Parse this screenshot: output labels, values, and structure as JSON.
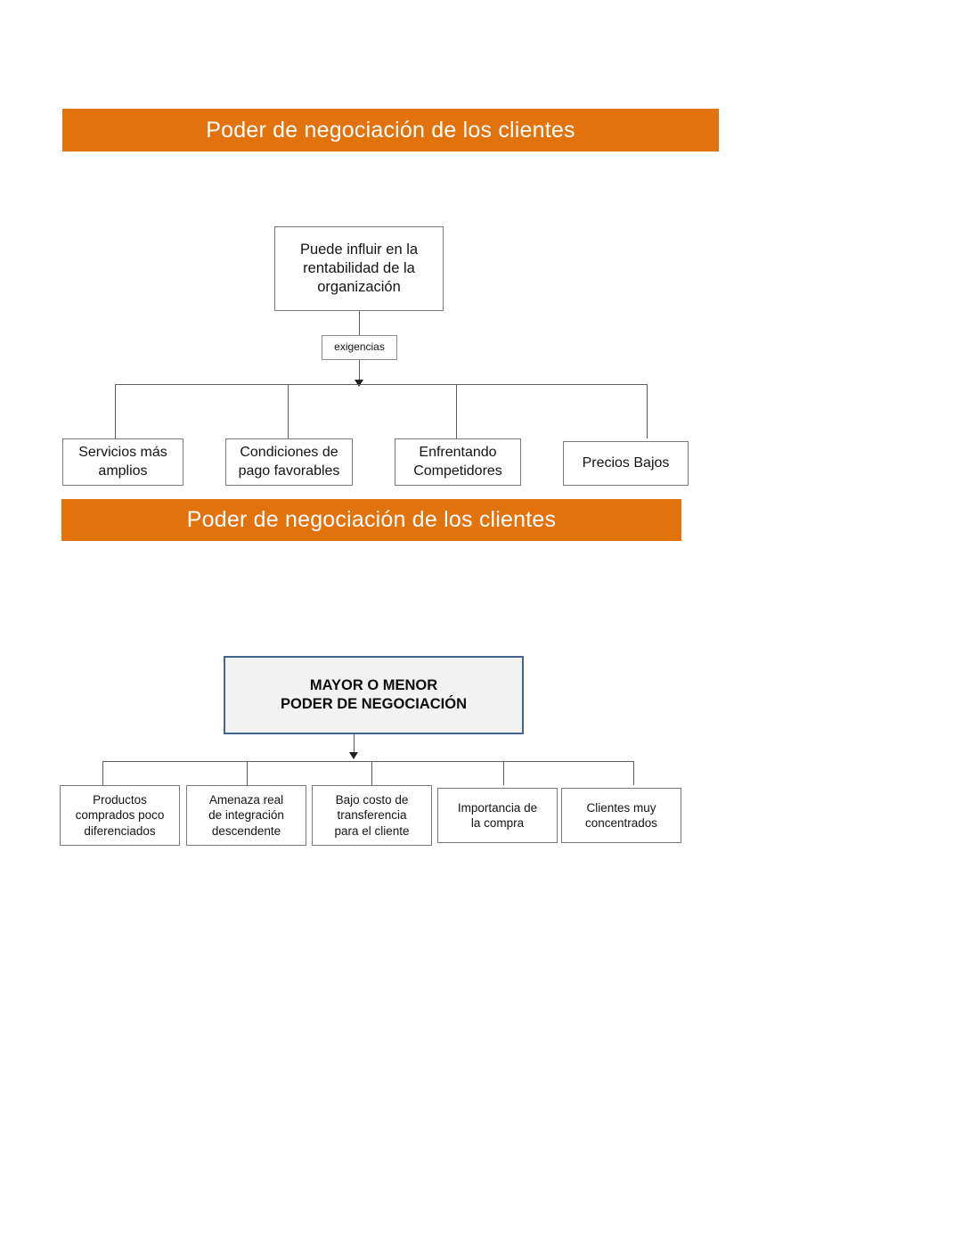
{
  "page": {
    "background": "#ffffff",
    "accent_orange": "#E2720C",
    "header_box_border": "#44658B",
    "header_box_fill": "#F2F2F2"
  },
  "banners": {
    "top": "Poder de negociación de los clientes",
    "middle": "Poder de negociación de los clientes"
  },
  "diagram_1": {
    "root": "Puede influir en la\nrentabilidad de la\norganización",
    "connector_label": "exigencias",
    "leaves": [
      "Servicios más\namplios",
      "Condiciones de\npago favorables",
      "Enfrentando\nCompetidores",
      "Precios Bajos"
    ]
  },
  "diagram_2": {
    "header": "MAYOR O MENOR\nPODER DE NEGOCIACIÓN",
    "leaves": [
      "Productos\ncomprados poco\ndiferenciados",
      "Amenaza real\nde integración\ndescendente",
      "Bajo costo de\ntransferencia\npara el cliente",
      "Importancia de\nla compra",
      "Clientes muy\nconcentrados"
    ]
  }
}
